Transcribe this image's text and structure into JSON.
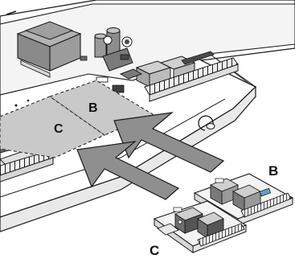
{
  "labels": {
    "slot_b": "B",
    "slot_c": "C",
    "module_b": "B",
    "module_c": "C"
  },
  "colors": {
    "line": "#1a1a1a",
    "slot_fill": "#c9c9c9",
    "arrow_fill": "#8f8f8f",
    "board_fill": "#f4f4f4",
    "component_dark": "#5a5a5a",
    "connector_accent": "#58a7c8",
    "transformer_fill": "#8a8a8a"
  },
  "icons": [
    "transformer-icon",
    "capacitor-icon",
    "relay-icon",
    "terminal-block-icon",
    "insert-arrow-icon"
  ]
}
